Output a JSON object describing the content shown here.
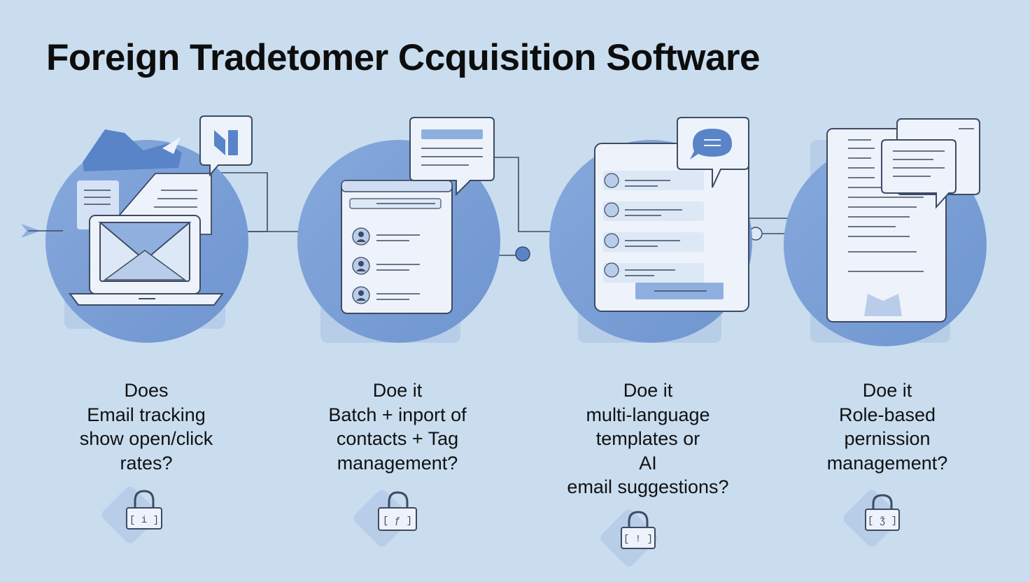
{
  "title": "Foreign Tradetomer Ccquisition Software",
  "features": [
    {
      "id": "email-tracking",
      "lines": [
        "Does",
        "Email tracking",
        "show open/click",
        "rates?"
      ]
    },
    {
      "id": "batch-import",
      "lines": [
        "Doe it",
        "Batch + inport of",
        "contacts  + Tag",
        "management?"
      ]
    },
    {
      "id": "multi-language",
      "lines": [
        "Doe it",
        "multi-language",
        "templates or",
        "AI",
        "email suggestions?"
      ]
    },
    {
      "id": "role-permission",
      "lines": [
        "Doe it",
        "Role-based",
        "pernission",
        "management?"
      ]
    }
  ],
  "icons": [
    "send-arrow-icon",
    "laptop-icon",
    "envelope-icon",
    "chat-bubble-icon",
    "contact-list-icon",
    "template-list-icon",
    "document-icon",
    "padlock-icon"
  ],
  "colors": {
    "background": "#c9ddef",
    "circle": "#7fa2d6",
    "accent": "#5a84c8",
    "card": "#eef3fb",
    "line": "#3d4b63"
  }
}
